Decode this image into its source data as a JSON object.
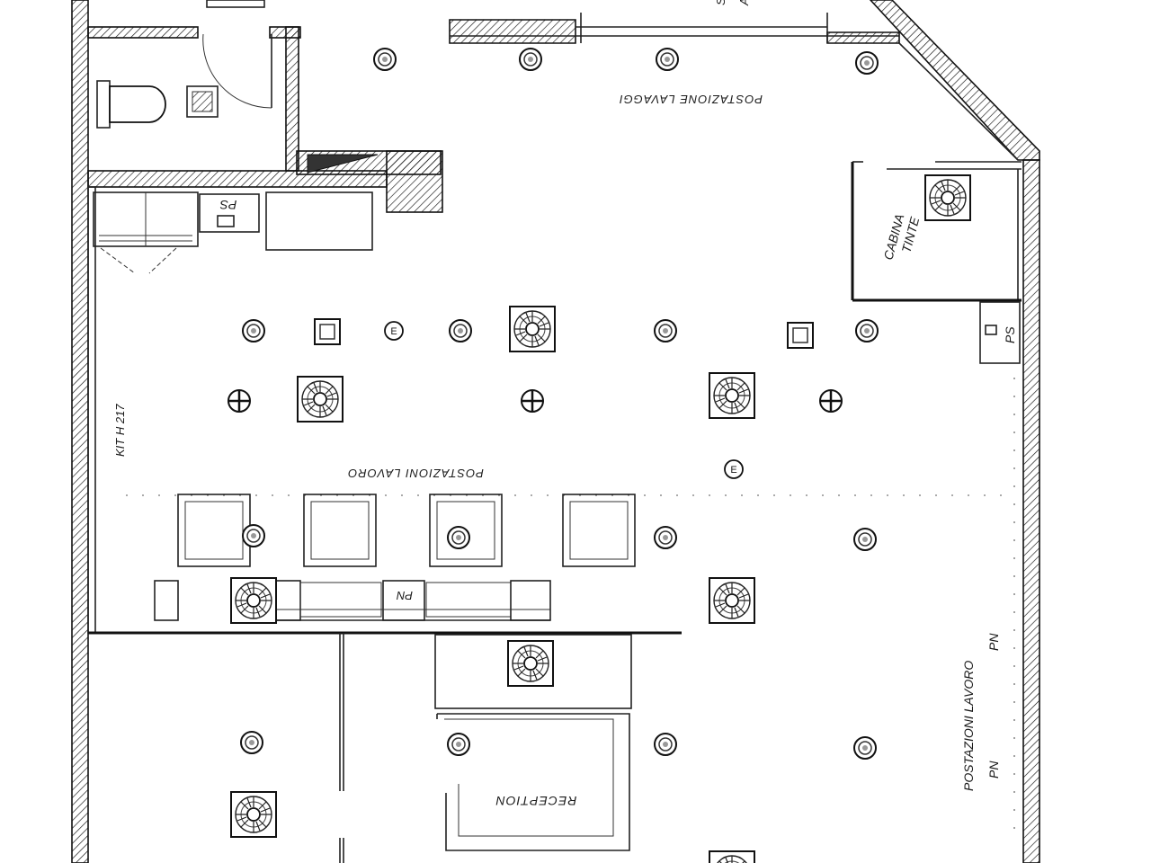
{
  "labels": {
    "postazione_lavaggi": "POSTAZIONE LAVAGGI",
    "cabina": "CABINA",
    "tinte": "TINTE",
    "ps_top": "PS",
    "ps_right": "PS",
    "kit": "KIT H 217",
    "postazioni_lavoro_center": "POSTAZIONI LAVORO",
    "pn_center": "PN",
    "postazioni_lavoro_right": "POSTAZIONI LAVORO",
    "pn_right_upper": "PN",
    "pn_right_lower": "PN",
    "reception": "RECEPTION",
    "top_fragment_s": "S",
    "top_fragment_a": "A"
  },
  "colors": {
    "ink": "#111111",
    "paper": "#ffffff"
  },
  "icons": {
    "spotlight": "spotlight-icon",
    "ceiling_vent": "ceiling-vent-icon",
    "square_light": "square-light-icon",
    "emergency_light": "emergency-light-icon",
    "cross_light": "cross-light-icon"
  }
}
